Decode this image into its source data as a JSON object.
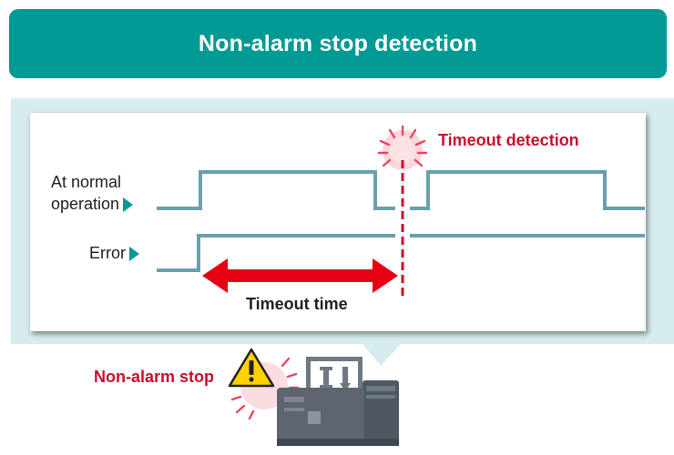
{
  "header": {
    "title": "Non-alarm stop detection"
  },
  "signals": {
    "normal_label_line1": "At normal",
    "normal_label_line2": "operation",
    "error_label": "Error"
  },
  "annotations": {
    "timeout_detection": "Timeout detection",
    "timeout_time": "Timeout time",
    "non_alarm_stop": "Non-alarm stop"
  },
  "colors": {
    "header_bg": "#009a94",
    "panel_bg": "#d6ecee",
    "signal_line": "#6a9fb0",
    "alert_red": "#c8102e",
    "timeout_arrow": "#e60012",
    "warning_yellow": "#ffd200",
    "machine_gray": "#5d6670"
  },
  "icons": [
    "warning-triangle-icon",
    "machine-icon",
    "burst-icon"
  ]
}
